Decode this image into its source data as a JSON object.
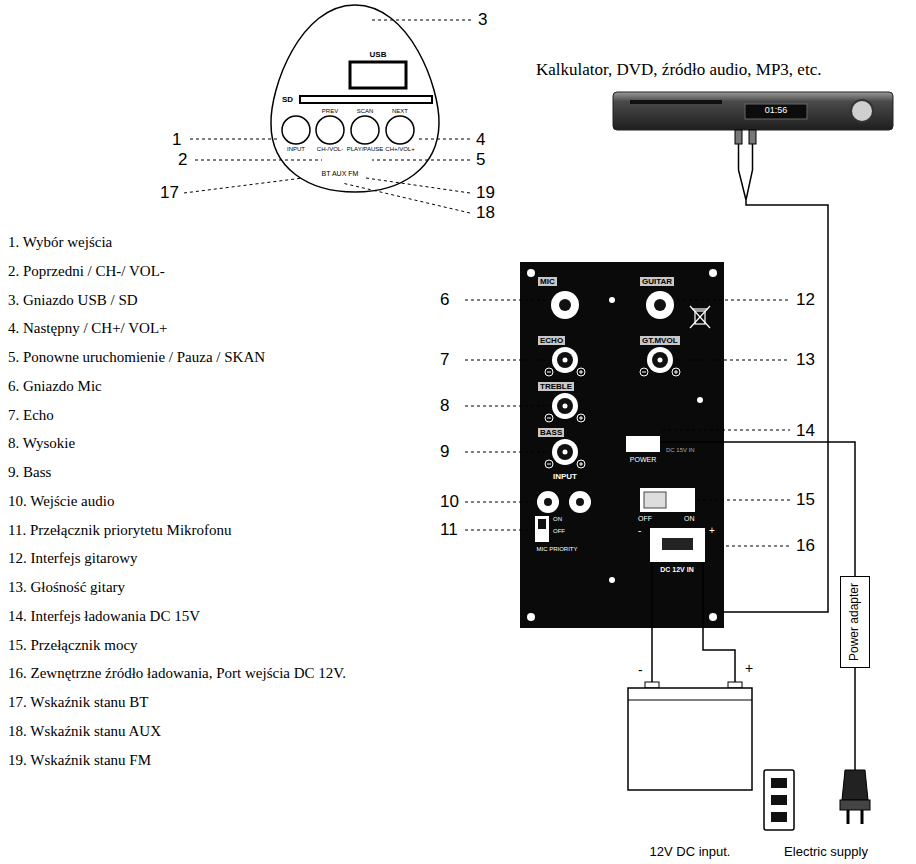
{
  "diagram": {
    "nodes": [
      {
        "text": [
          "Power adapter"
        ]
      }
    ],
    "labels": [
      "1. Wybór wejścia",
      "2. Poprzedni / CH-/ VOL-",
      "3. Gniazdo USB / SD",
      "4. Następny / CH+/ VOL+",
      "5. Ponowne uruchomienie / Pauza / SKAN",
      "6. Gniazdo Mic",
      "7. Echo",
      "8. Wysokie",
      "9. Bass",
      "10. Wejście audio",
      "11. Przełącznik priorytetu Mikrofonu",
      "12. Interfejs gitarowy",
      "13. Głośność gitary",
      "14. Interfejs ładowania DC 15V",
      "15. Przełącznik mocy",
      "16. Zewnętrzne źródło ładowania, Port wejścia DC 12V.",
      "17. Wskaźnik stanu BT",
      "18. Wskaźnik stanu AUX",
      "19. Wskaźnik stanu FM",
      "Kalkulator, DVD, źródło audio, MP3, etc.",
      "3",
      "1",
      "4",
      "2",
      "5",
      "17",
      "19",
      "18",
      "USB",
      "SD",
      "PREV",
      "SCAN",
      "NEXT",
      "INPUT",
      "CH-/VOL-",
      "PLAY/PAUSE",
      "CH+/VOL+",
      "BT AUX FM",
      "01:56",
      "6",
      "7",
      "8",
      "9",
      "10",
      "11",
      "12",
      "13",
      "14",
      "15",
      "16",
      "MIC",
      "GUITAR",
      "ECHO",
      "GT.MVOL",
      "TREBLE",
      "BASS",
      "INPUT",
      "POWER",
      "DC 15V IN",
      "OFF",
      "ON",
      "DC 12V IN",
      "-",
      "+",
      "ON",
      "OFF",
      "MIC PRIORITY",
      "-",
      "+",
      "12V DC input.",
      "Electric supply"
    ]
  }
}
